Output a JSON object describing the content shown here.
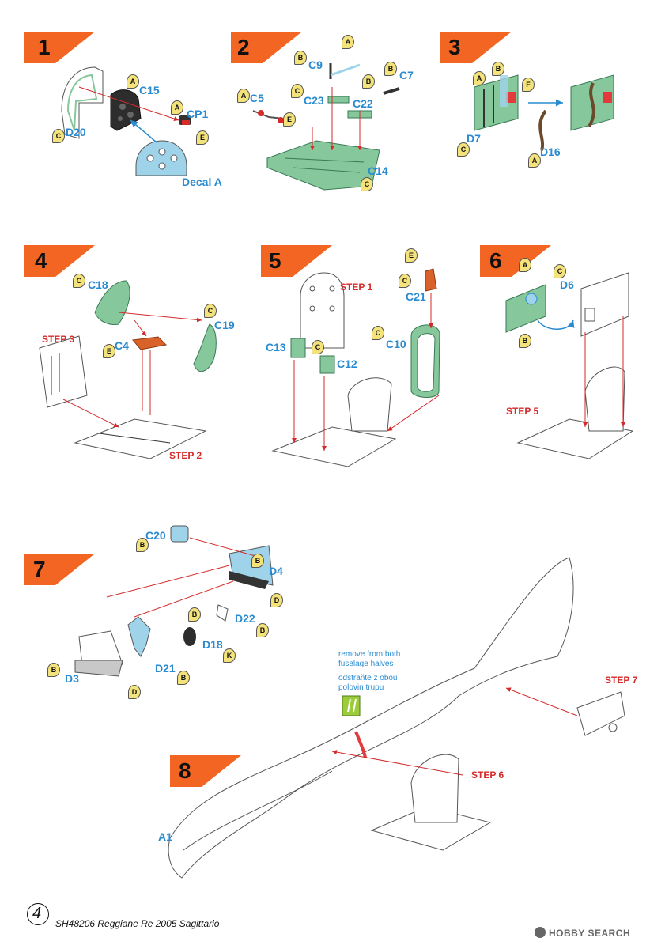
{
  "document": {
    "footer_title": "SH48206 Reggiane Re 2005 Sagittario",
    "page_number": "4",
    "watermark": "HOBBY SEARCH",
    "accent_color": "#f26522",
    "label_color": "#2a8bd0",
    "reference_color": "#d42a2a",
    "part_green": "#86c79b",
    "part_blue": "#9fd3ea",
    "part_orange": "#d9622a"
  },
  "steps": [
    {
      "number": "1",
      "labels": [
        "C15",
        "CP1",
        "D20",
        "Decal A"
      ],
      "paint_codes": [
        "A",
        "A",
        "E",
        "C"
      ]
    },
    {
      "number": "2",
      "labels": [
        "C9",
        "C7",
        "C5",
        "C23",
        "C22",
        "C14"
      ],
      "paint_codes": [
        "A",
        "B",
        "B",
        "A",
        "B",
        "E",
        "C",
        "C"
      ]
    },
    {
      "number": "3",
      "labels": [
        "D7",
        "D16"
      ],
      "paint_codes": [
        "A",
        "B",
        "F",
        "C",
        "A"
      ]
    },
    {
      "number": "4",
      "labels": [
        "C18",
        "C19",
        "C4"
      ],
      "references": [
        "STEP 3",
        "STEP 2"
      ],
      "paint_codes": [
        "C",
        "C",
        "E"
      ]
    },
    {
      "number": "5",
      "labels": [
        "C21",
        "C13",
        "C12",
        "C10"
      ],
      "references": [
        "STEP 1"
      ],
      "paint_codes": [
        "E",
        "C",
        "C",
        "C"
      ]
    },
    {
      "number": "6",
      "labels": [
        "D6"
      ],
      "references": [
        "STEP 5"
      ],
      "paint_codes": [
        "A",
        "C",
        "B"
      ]
    },
    {
      "number": "7",
      "labels": [
        "C20",
        "D4",
        "D22",
        "D18",
        "D21",
        "D3"
      ],
      "paint_codes": [
        "B",
        "B",
        "D",
        "B",
        "B",
        "K",
        "B",
        "B",
        "D"
      ]
    },
    {
      "number": "8",
      "labels": [
        "A1"
      ],
      "references": [
        "STEP 7",
        "STEP 6"
      ],
      "note_en": [
        "remove from both",
        "fuselage halves"
      ],
      "note_cz": [
        "odstraňte z obou",
        "polovin trupu"
      ]
    }
  ]
}
